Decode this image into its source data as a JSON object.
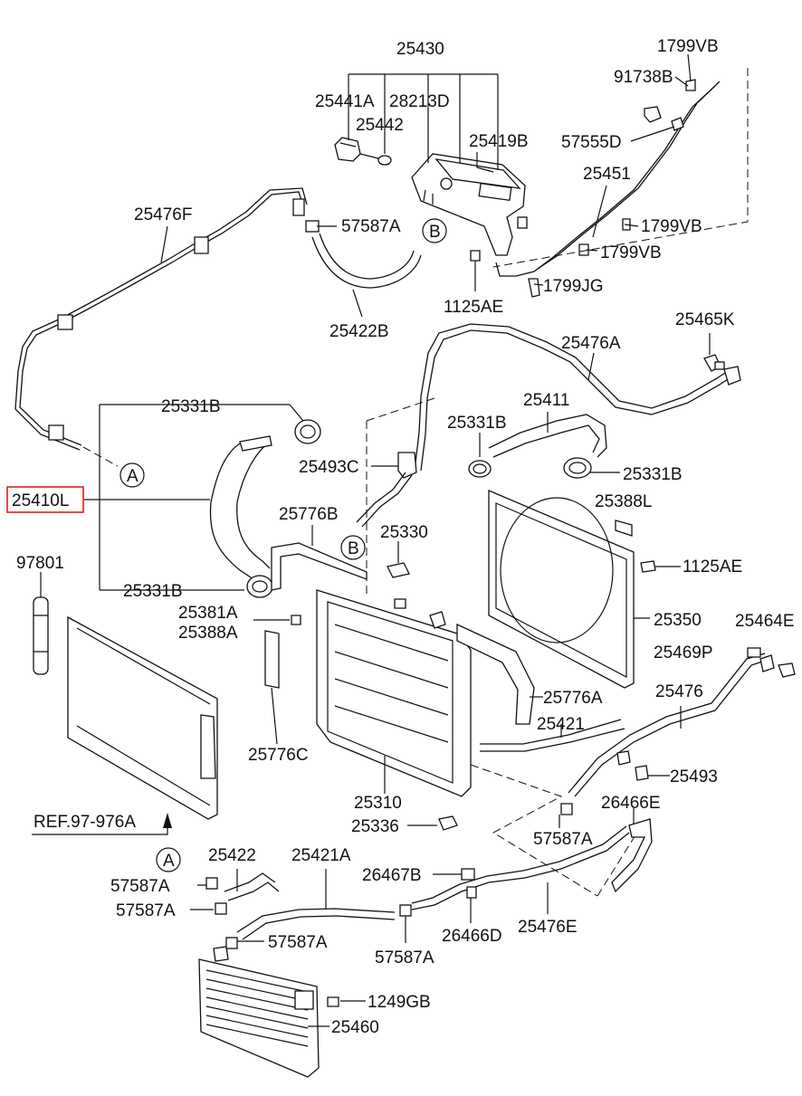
{
  "diagram": {
    "highlight_color": "#e0201c",
    "selected_part": "25410L",
    "labels": {
      "p25430": "25430",
      "p1799VB_top": "1799VB",
      "p91738B": "91738B",
      "p25441A": "25441A",
      "p28213D": "28213D",
      "p25442": "25442",
      "p25419B": "25419B",
      "p57555D": "57555D",
      "p25451": "25451",
      "p25476F": "25476F",
      "p57587A_top": "57587A",
      "callout_B_top": "B",
      "p1799VB_mid1": "1799VB",
      "p1799VB_mid2": "1799VB",
      "p1799JG": "1799JG",
      "p25422B": "25422B",
      "p1125AE_top": "1125AE",
      "p25465K": "25465K",
      "p25476A": "25476A",
      "p25331B_a": "25331B",
      "p25411": "25411",
      "p25331B_b": "25331B",
      "p25493C": "25493C",
      "p25331B_c": "25331B",
      "callout_A_left": "A",
      "p25410L": "25410L",
      "p25776B": "25776B",
      "p25388L": "25388L",
      "p25330": "25330",
      "callout_B_mid": "B",
      "p97801": "97801",
      "p1125AE_right": "1125AE",
      "p25331B_d": "25331B",
      "p25381A": "25381A",
      "p25388A": "25388A",
      "p25350": "25350",
      "p25464E": "25464E",
      "p25469P": "25469P",
      "p25776A": "25776A",
      "p25476": "25476",
      "p25421": "25421",
      "p25776C": "25776C",
      "p25493": "25493",
      "p25310": "25310",
      "p26466E": "26466E",
      "ref_97_976A": "REF.97-976A",
      "p25336": "25336",
      "p57587A_mid": "57587A",
      "callout_A_bottom": "A",
      "p25422": "25422",
      "p25421A": "25421A",
      "p26467B": "26467B",
      "p57587A_b1": "57587A",
      "p57587A_b2": "57587A",
      "p57587A_b3": "57587A",
      "p26466D": "26466D",
      "p25476E": "25476E",
      "p57587A_b4": "57587A",
      "p1249GB": "1249GB",
      "p25460": "25460"
    }
  }
}
